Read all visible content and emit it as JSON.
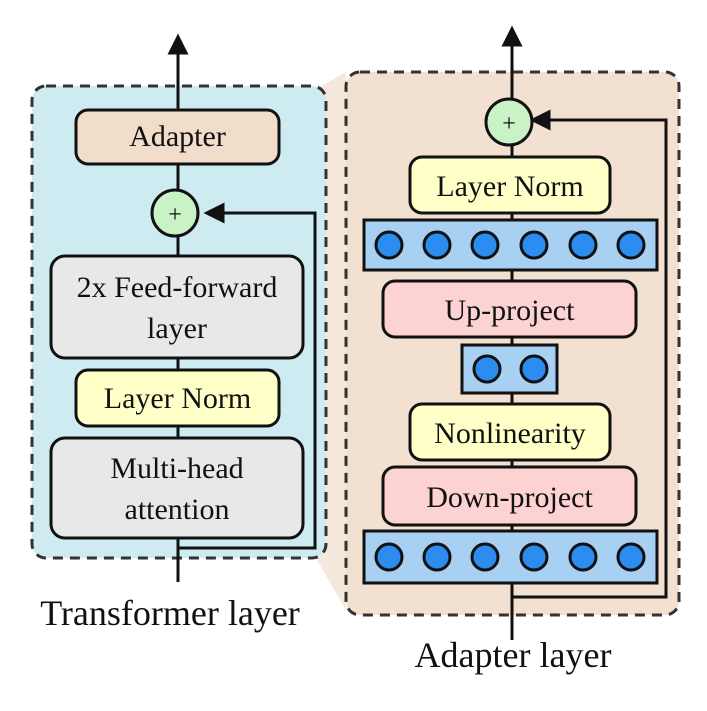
{
  "left_panel": {
    "caption": "Transformer layer",
    "adapter": "Adapter",
    "plus": "+",
    "feedforward_line1": "2x Feed-forward",
    "feedforward_line2": "layer",
    "layer_norm": "Layer Norm",
    "attention_line1": "Multi-head",
    "attention_line2": "attention"
  },
  "right_panel": {
    "caption": "Adapter layer",
    "plus": "+",
    "layer_norm": "Layer Norm",
    "up_project": "Up-project",
    "nonlinearity": "Nonlinearity",
    "down_project": "Down-project"
  },
  "colors": {
    "left_background": "#cdebf1",
    "right_background": "#f2e0d1",
    "adapter_fill": "#f2dcca",
    "gray_block": "#e8e8e8",
    "yellow_block": "#ffffc8",
    "pink_block": "#fcd2d2",
    "plus_fill": "#c9f2c7",
    "neuron_strip": "#a7d0f3",
    "neuron": "#2c8cf0",
    "outline": "#111111"
  }
}
